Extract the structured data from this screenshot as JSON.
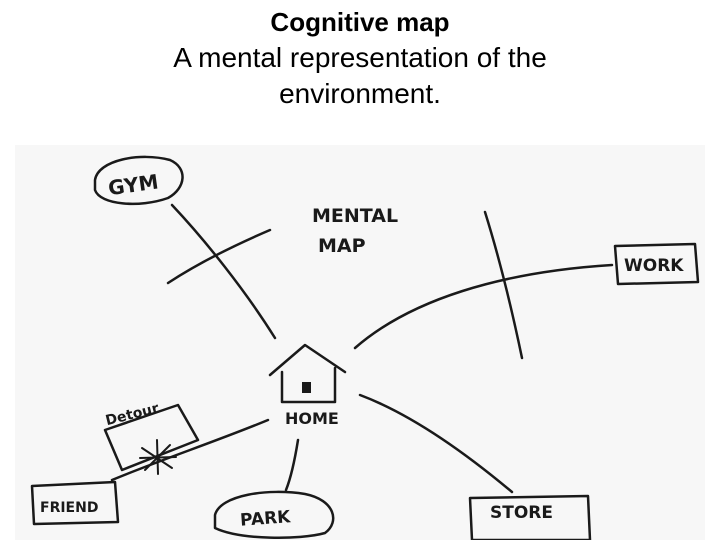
{
  "header": {
    "title": "Cognitive map",
    "subtitle_line1": "A mental representation of the",
    "subtitle_line2": "environment."
  },
  "map": {
    "heading_line1": "MENTAL",
    "heading_line2": "MAP",
    "places": {
      "gym": "GYM",
      "work": "WORK",
      "home": "HOME",
      "detour": "Detour",
      "friend": "FRIEND",
      "park": "PARK",
      "store": "STORE"
    },
    "ink_color": "#1a1a1a"
  }
}
